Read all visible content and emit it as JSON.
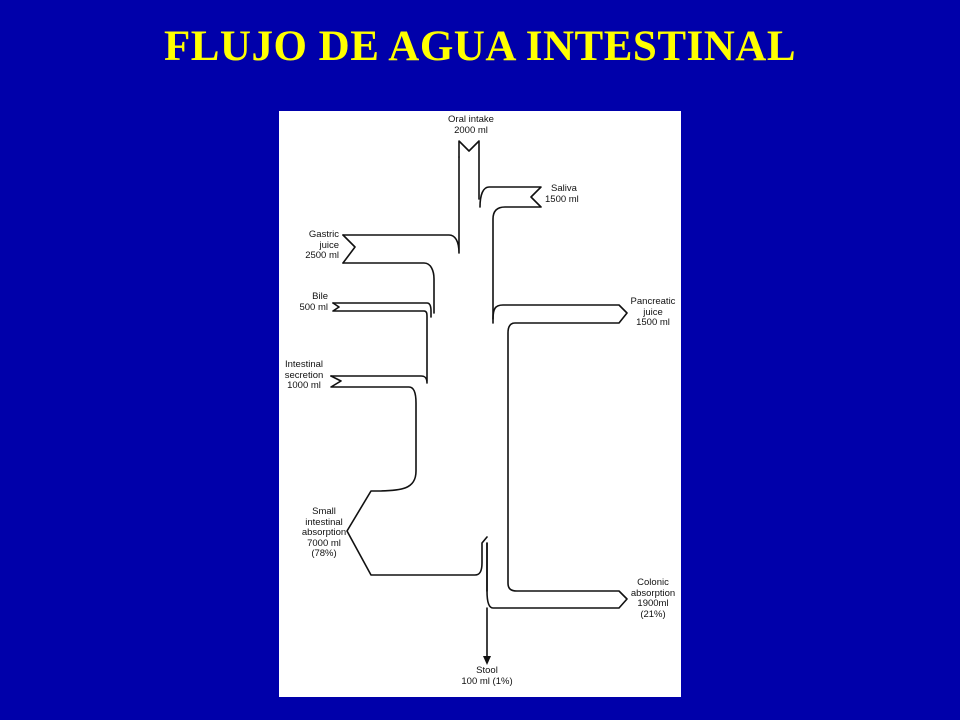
{
  "slide": {
    "title": "FLUJO DE AGUA INTESTINAL",
    "title_color": "#ffff00",
    "background": "#0000aa"
  },
  "diagram": {
    "panel_color": "#ffffff",
    "line_color": "#111111",
    "labels": {
      "oral_intake": [
        "Oral intake",
        "2000 ml"
      ],
      "saliva": [
        "Saliva",
        "1500 ml"
      ],
      "gastric_juice": [
        "Gastric",
        "juice",
        "2500 ml"
      ],
      "bile": [
        "Bile",
        "500 ml"
      ],
      "pancreatic_juice": [
        "Pancreatic",
        "juice",
        "1500 ml"
      ],
      "intestinal_secretion": [
        "Intestinal",
        "secretion",
        "1000 ml"
      ],
      "small_intestinal_absorption": [
        "Small",
        "intestinal",
        "absorption",
        "7000 ml",
        "(78%)"
      ],
      "colonic_absorption": [
        "Colonic",
        "absorption",
        "1900ml",
        "(21%)"
      ],
      "stool": [
        "Stool",
        "100 ml (1%)"
      ]
    }
  }
}
